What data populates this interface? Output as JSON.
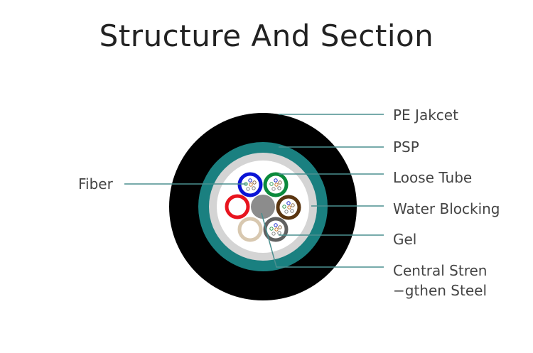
{
  "title": "Structure And Section",
  "labels": {
    "fiber": "Fiber",
    "pe_jacket": "PE Jakcet",
    "psp": "PSP",
    "loose_tube": "Loose Tube",
    "water_blocking": "Water Blocking",
    "gel": "Gel",
    "central_line1": "Central Stren",
    "central_line2": "−gthen Steel"
  },
  "colors": {
    "jacket": "#000000",
    "psp": "#1a8080",
    "water_blocking": "#d4d4d4",
    "core": "#ffffff",
    "central_member": "#8c8c8c",
    "leader_line": "#4a8f8f",
    "tubes": [
      "#0a14d6",
      "#0b8a3c",
      "#5a3510",
      "#606060",
      "#d8c8b0",
      "#e8141e"
    ],
    "fibers": [
      "#1a2ad0",
      "#2a9a50",
      "#c87a30",
      "#8a6a4a",
      "#888888",
      "#777777"
    ]
  }
}
